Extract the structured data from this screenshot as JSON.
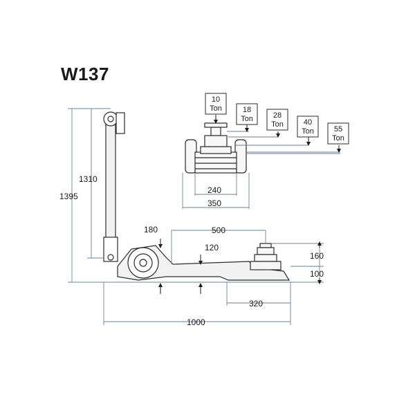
{
  "title": "W137",
  "colors": {
    "line": "#2a2a2a",
    "dim_line": "#6b7f9a",
    "arrow": "#1a1a1a",
    "fill": "#f2f2f2"
  },
  "dimensions": {
    "h_1395": "1395",
    "h_1310": "1310",
    "d_180": "180",
    "d_500": "500",
    "d_120": "120",
    "d_160": "160",
    "d_100": "100",
    "d_320": "320",
    "d_1000": "1000",
    "d_240": "240",
    "d_350": "350"
  },
  "capacity_boxes": [
    {
      "value": "10",
      "unit": "Ton"
    },
    {
      "value": "18",
      "unit": "Ton"
    },
    {
      "value": "28",
      "unit": "Ton"
    },
    {
      "value": "40",
      "unit": "Ton"
    },
    {
      "value": "55",
      "unit": "Ton"
    }
  ]
}
